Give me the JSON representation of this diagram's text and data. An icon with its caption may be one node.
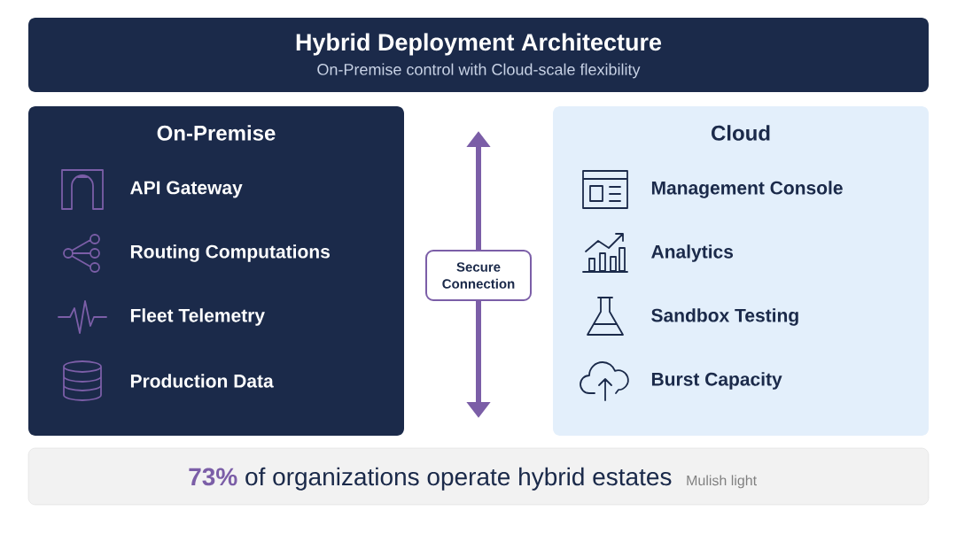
{
  "diagram": {
    "title": "Hybrid Deployment Architecture",
    "caption": "On-Premise control with Cloud-scale flexibility",
    "nodes": [
      {
        "text": [
          "On-Premise",
          "API Gateway",
          "Routing Computations",
          "Fleet Telemetry",
          "Production Data"
        ]
      },
      {
        "text": [
          "Secure Connection"
        ]
      },
      {
        "text": [
          "Cloud",
          "Management Console",
          "Analytics",
          "Sandbox Testing",
          "Burst Capacity"
        ]
      },
      {
        "text": [
          "73%",
          "of organizations operate hybrid estates",
          "Mulish light"
        ]
      }
    ],
    "edges": [
      {
        "from": 1,
        "to": null,
        "arrow": "to"
      },
      {
        "from": 1,
        "to": null,
        "arrow": "to"
      }
    ]
  }
}
